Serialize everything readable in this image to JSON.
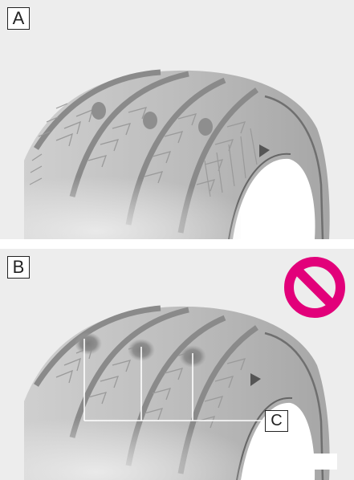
{
  "panels": {
    "a": {
      "label": "A"
    },
    "b": {
      "label": "B",
      "callout": "C"
    }
  },
  "icons": {
    "prohibited": "no-entry-icon"
  },
  "colors": {
    "prohibited": "#e2007a",
    "tire_dark": "#8c8c8c",
    "tire_mid": "#b4b4b4",
    "tire_light": "#d8d8d8",
    "wear_spot": "#8e8e8e"
  }
}
